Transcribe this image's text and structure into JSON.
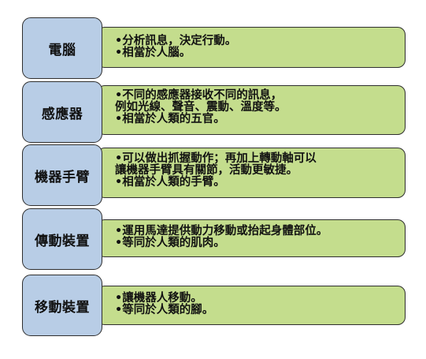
{
  "colors": {
    "label_fill": "#b8cde6",
    "desc_fill": "#c4dd8d",
    "border": "#2f2f2f"
  },
  "rows": [
    {
      "title": "電腦",
      "lines": [
        "•分析訊息，決定行動。",
        "•相當於人腦。"
      ]
    },
    {
      "title": "感應器",
      "lines": [
        "•不同的感應器接收不同的訊息，",
        " 例如光線、聲音、震動、溫度等。",
        "•相當於人類的五官。"
      ]
    },
    {
      "title": "機器手臂",
      "lines": [
        "•可以做出抓握動作；再加上轉動軸可以",
        " 讓機器手臂具有關節，活動更敏捷。",
        "•相當於人類的手臂。"
      ]
    },
    {
      "title": "傳動裝置",
      "lines": [
        "•運用馬達提供動力移動或抬起身體部位。",
        "•等同於人類的肌肉。"
      ]
    },
    {
      "title": "移動裝置",
      "lines": [
        "•讓機器人移動。",
        "•等同於人類的腳。"
      ]
    }
  ]
}
